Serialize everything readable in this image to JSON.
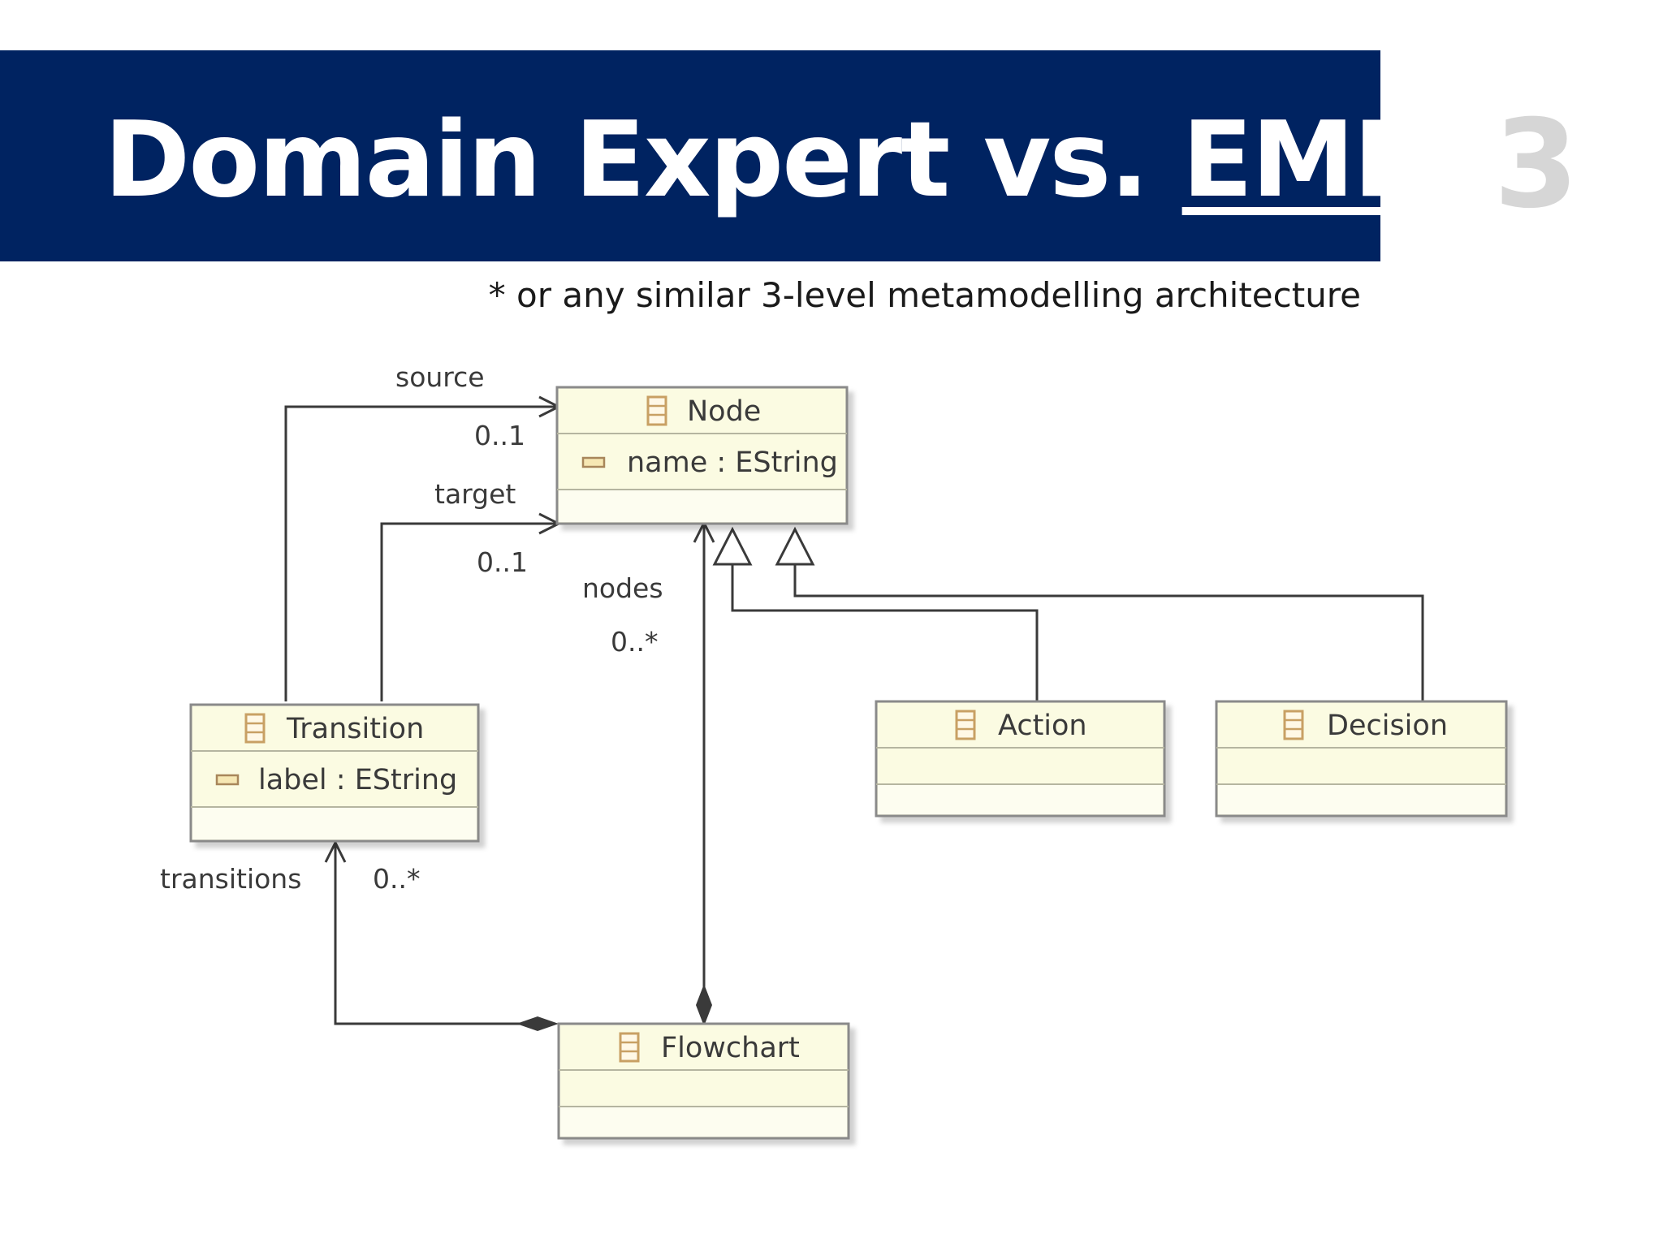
{
  "slide": {
    "title_main": "Domain Expert vs. ",
    "title_link": "EMF",
    "title_suffix": "*",
    "number": "3",
    "footnote": "* or any similar 3-level metamodelling architecture"
  },
  "diagram": {
    "classes": {
      "node": {
        "name": "Node",
        "attribute": "name : EString"
      },
      "transition": {
        "name": "Transition",
        "attribute": "label : EString"
      },
      "action": {
        "name": "Action"
      },
      "decision": {
        "name": "Decision"
      },
      "flowchart": {
        "name": "Flowchart"
      }
    },
    "labels": {
      "source": "source",
      "source_mult": "0..1",
      "target": "target",
      "target_mult": "0..1",
      "nodes": "nodes",
      "nodes_mult": "0..*",
      "transitions": "transitions",
      "transitions_mult": "0..*"
    }
  },
  "colors": {
    "banner": "#002361",
    "class_fill": "#fbfbe2",
    "class_border": "#8a8a8a",
    "line": "#3a3a3a",
    "icon": "#c8a064"
  }
}
